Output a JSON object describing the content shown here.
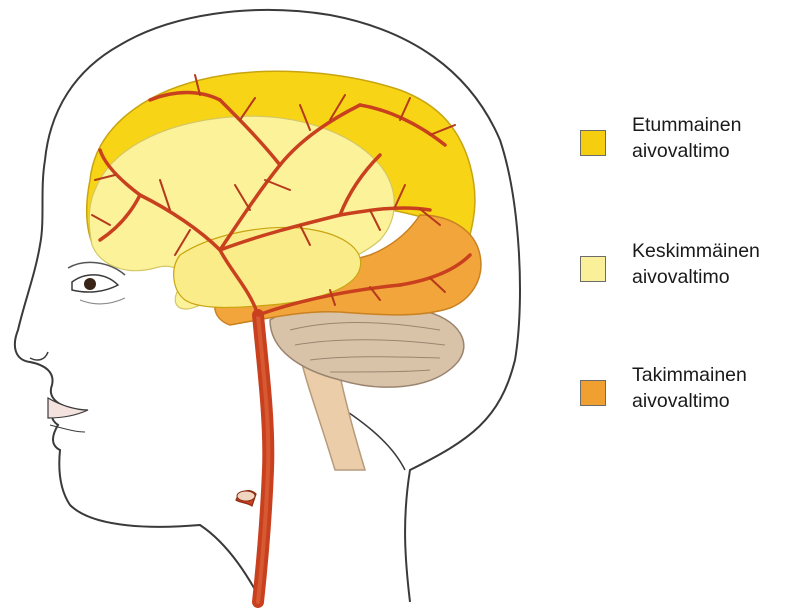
{
  "figure": {
    "icon": "head-brain-arteries-illustration",
    "colors": {
      "skin_outline": "#3a3a3a",
      "artery": "#c9401f",
      "vessel_dark": "#8a2b12",
      "cerebellum": "#d9c3a8",
      "brainstem": "#eccdaa",
      "anterior": "#f7d415",
      "middle": "#fbf29a",
      "posterior": "#f2a53a"
    }
  },
  "legend": {
    "items": [
      {
        "line1": "Etummainen",
        "line2": "aivovaltimo",
        "color": "#f5cf0f"
      },
      {
        "line1": "Keskimmäinen",
        "line2": "aivovaltimo",
        "color": "#fbf09a"
      },
      {
        "line1": "Takimmainen",
        "line2": "aivovaltimo",
        "color": "#f0a030"
      }
    ]
  }
}
